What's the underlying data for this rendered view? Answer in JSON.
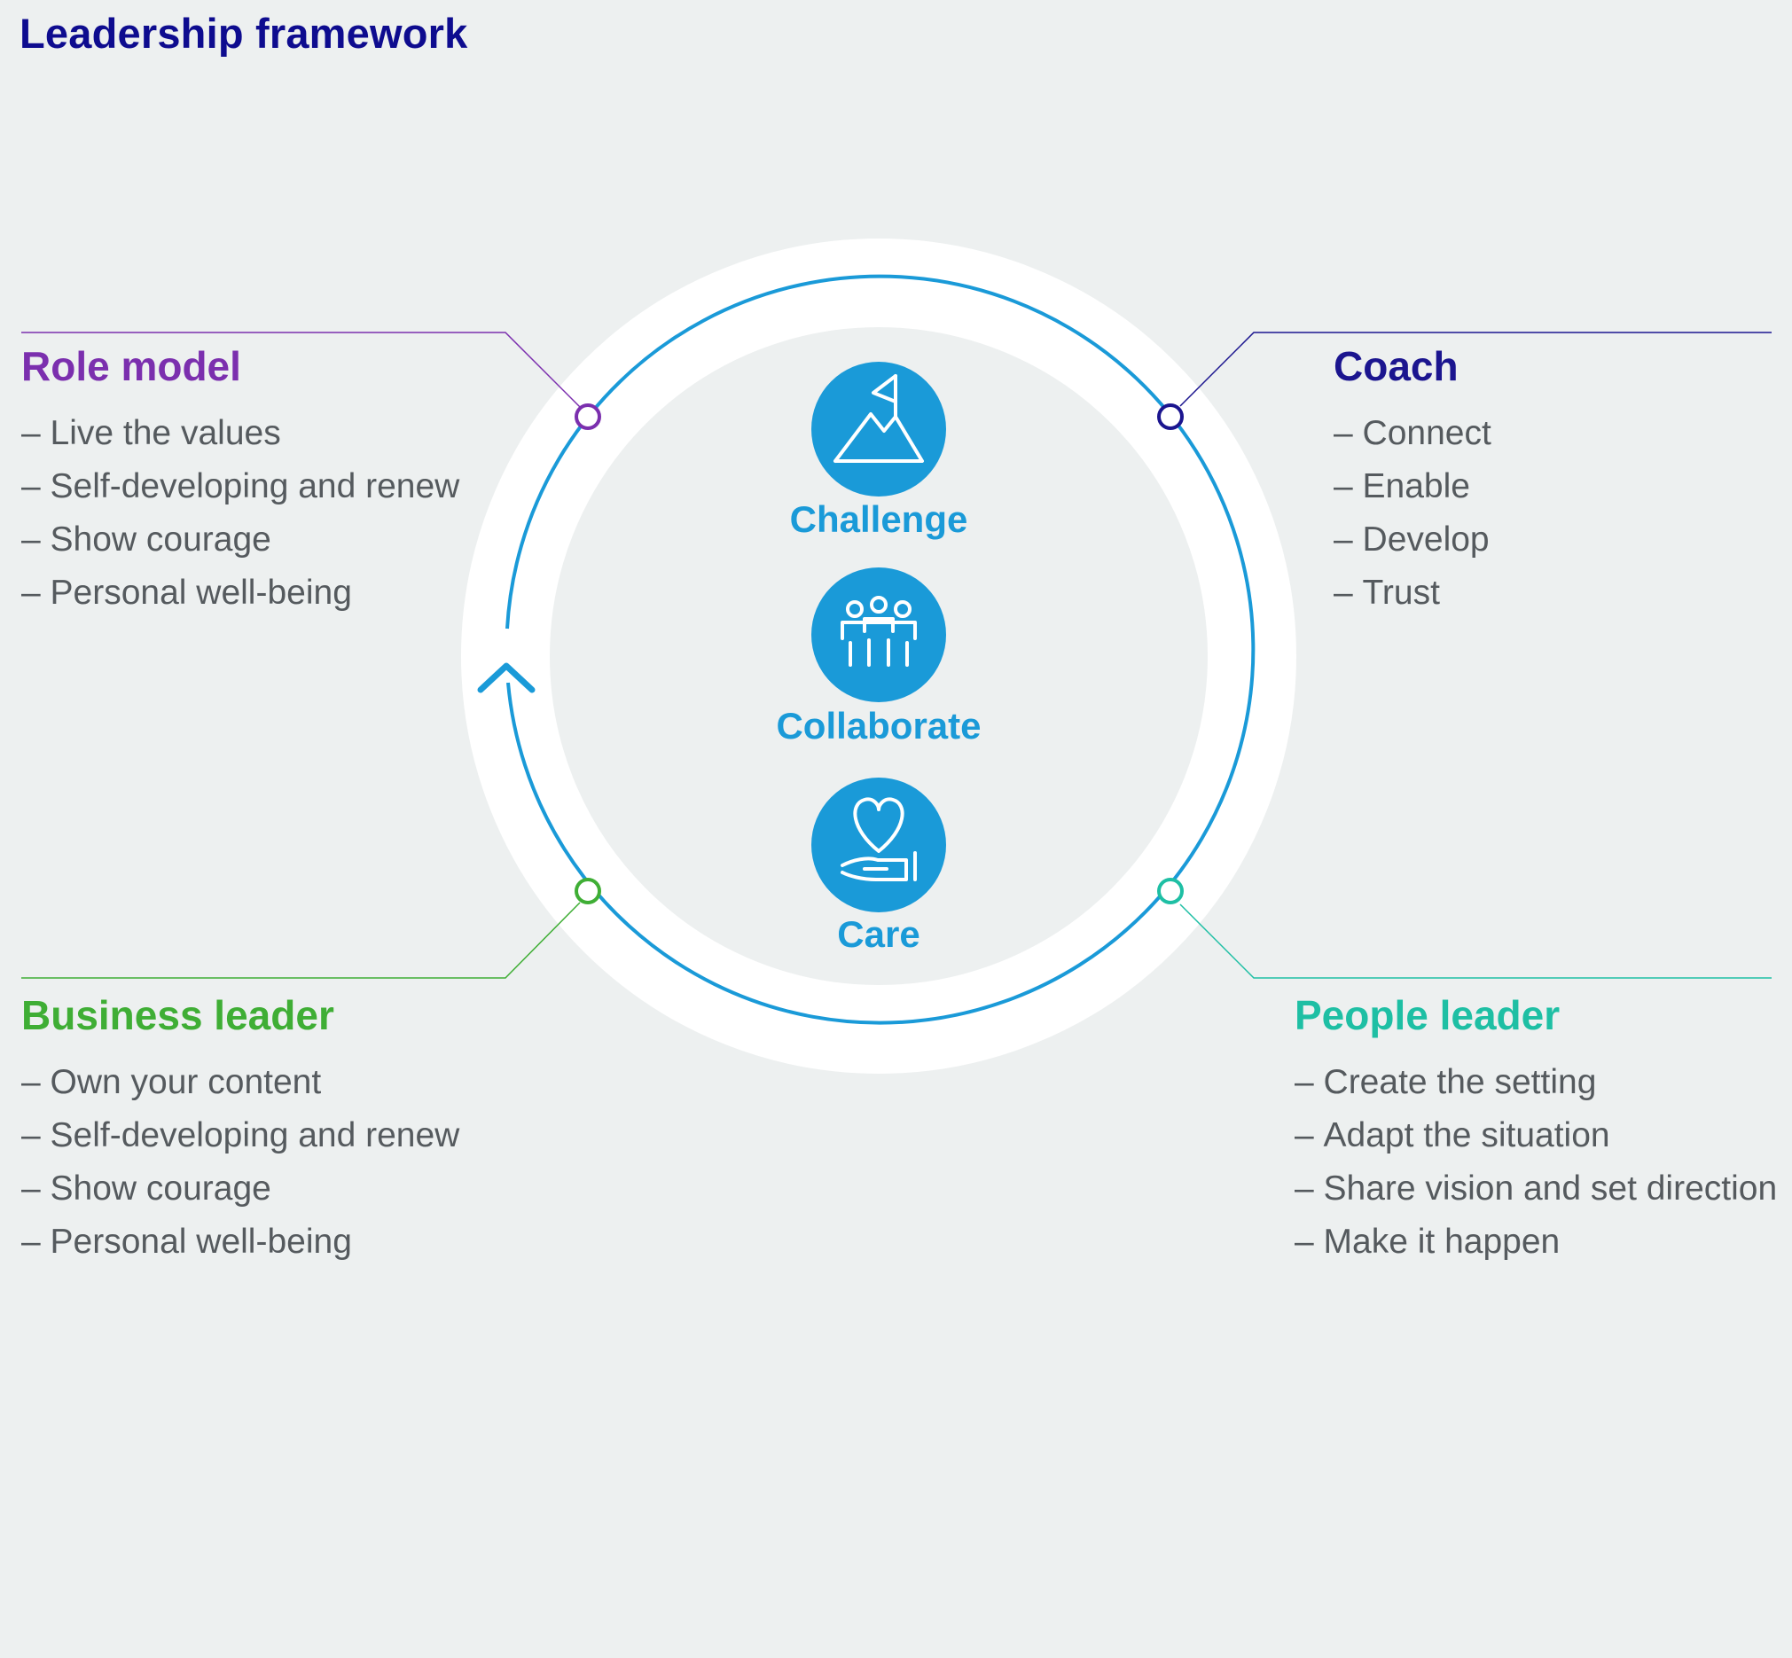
{
  "title": "Leadership framework",
  "colors": {
    "title": "#0e0c8f",
    "role_model": "#7b2fae",
    "coach": "#1b158f",
    "business_leader": "#3fae35",
    "people_leader": "#1ebfa4",
    "values": "#1a9ad8",
    "body_text": "#555a5e"
  },
  "roles": [
    {
      "title": "Role model",
      "items": [
        "Live the values",
        "Self-developing and renew",
        "Show courage",
        "Personal well-being"
      ]
    },
    {
      "title": "Coach",
      "items": [
        "Connect",
        "Enable",
        "Develop",
        "Trust"
      ]
    },
    {
      "title": "Business leader",
      "items": [
        "Own your content",
        "Self-developing and renew",
        "Show courage",
        "Personal well-being"
      ]
    },
    {
      "title": "People leader",
      "items": [
        "Create the setting",
        "Adapt the situation",
        "Share vision and set direction",
        "Make it happen"
      ]
    }
  ],
  "values": [
    {
      "label": "Challenge",
      "icon": "mountain-flag-icon"
    },
    {
      "label": "Collaborate",
      "icon": "team-icon"
    },
    {
      "label": "Care",
      "icon": "heart-hand-icon"
    }
  ]
}
